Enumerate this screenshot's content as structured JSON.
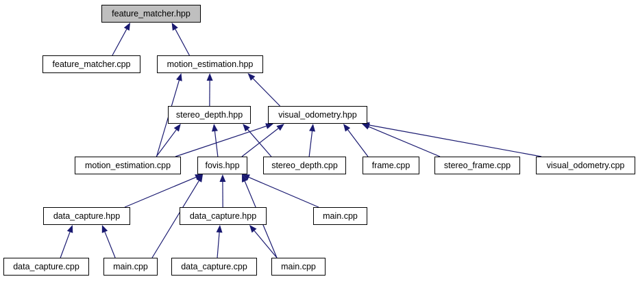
{
  "graph": {
    "edge_color": "#191970",
    "root_fill": "#bfbfbf",
    "nodes": {
      "root": "feature_matcher.hpp",
      "fm_cpp": "feature_matcher.cpp",
      "me_hpp": "motion_estimation.hpp",
      "sd_hpp": "stereo_depth.hpp",
      "vo_hpp": "visual_odometry.hpp",
      "me_cpp": "motion_estimation.cpp",
      "fovis": "fovis.hpp",
      "sd_cpp": "stereo_depth.cpp",
      "frame": "frame.cpp",
      "sf_cpp": "stereo_frame.cpp",
      "vo_cpp": "visual_odometry.cpp",
      "dc_hpp1": "data_capture.hpp",
      "dc_hpp2": "data_capture.hpp",
      "main_a": "main.cpp",
      "dc_cpp1": "data_capture.cpp",
      "main_b": "main.cpp",
      "dc_cpp2": "data_capture.cpp",
      "main_c": "main.cpp"
    },
    "edges": [
      [
        "fm_cpp",
        "root"
      ],
      [
        "me_hpp",
        "root"
      ],
      [
        "sd_hpp",
        "me_hpp"
      ],
      [
        "vo_hpp",
        "me_hpp"
      ],
      [
        "me_cpp",
        "me_hpp"
      ],
      [
        "me_cpp",
        "sd_hpp"
      ],
      [
        "fovis",
        "sd_hpp"
      ],
      [
        "sd_cpp",
        "sd_hpp"
      ],
      [
        "me_cpp",
        "vo_hpp"
      ],
      [
        "fovis",
        "vo_hpp"
      ],
      [
        "sd_cpp",
        "vo_hpp"
      ],
      [
        "frame",
        "vo_hpp"
      ],
      [
        "sf_cpp",
        "vo_hpp"
      ],
      [
        "vo_cpp",
        "vo_hpp"
      ],
      [
        "dc_hpp1",
        "fovis"
      ],
      [
        "dc_hpp2",
        "fovis"
      ],
      [
        "main_a",
        "fovis"
      ],
      [
        "main_b",
        "fovis"
      ],
      [
        "main_c",
        "fovis"
      ],
      [
        "dc_cpp1",
        "dc_hpp1"
      ],
      [
        "main_b",
        "dc_hpp1"
      ],
      [
        "dc_cpp2",
        "dc_hpp2"
      ],
      [
        "main_c",
        "dc_hpp2"
      ]
    ]
  }
}
